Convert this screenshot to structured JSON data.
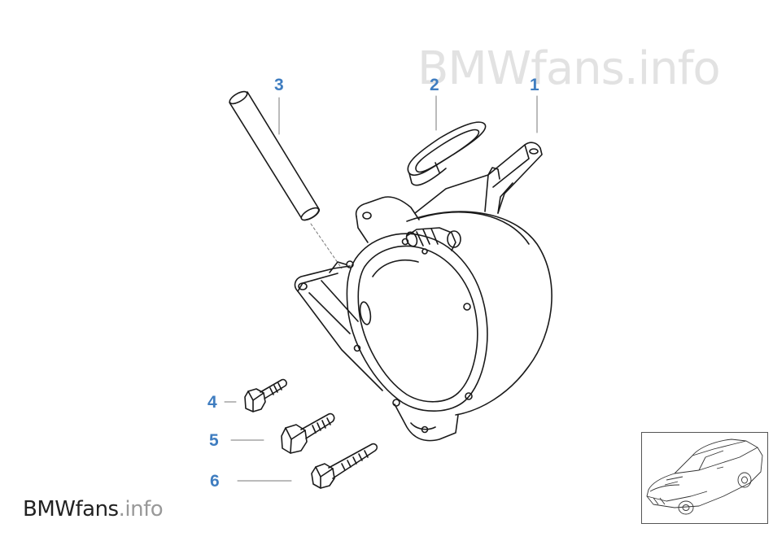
{
  "watermark_top": {
    "brand": "BMW",
    "fans": "fans",
    "info": ".info"
  },
  "watermark_bottom": {
    "brand": "BMW",
    "fans": "fans",
    "info": ".info"
  },
  "callouts": [
    "1",
    "2",
    "3",
    "4",
    "5",
    "6"
  ],
  "colors": {
    "callout": "#3f7dc0",
    "line": "#1a1a1a",
    "leader": "#777777"
  },
  "thumbnail": {
    "icon": "car-thumbnail-icon"
  }
}
